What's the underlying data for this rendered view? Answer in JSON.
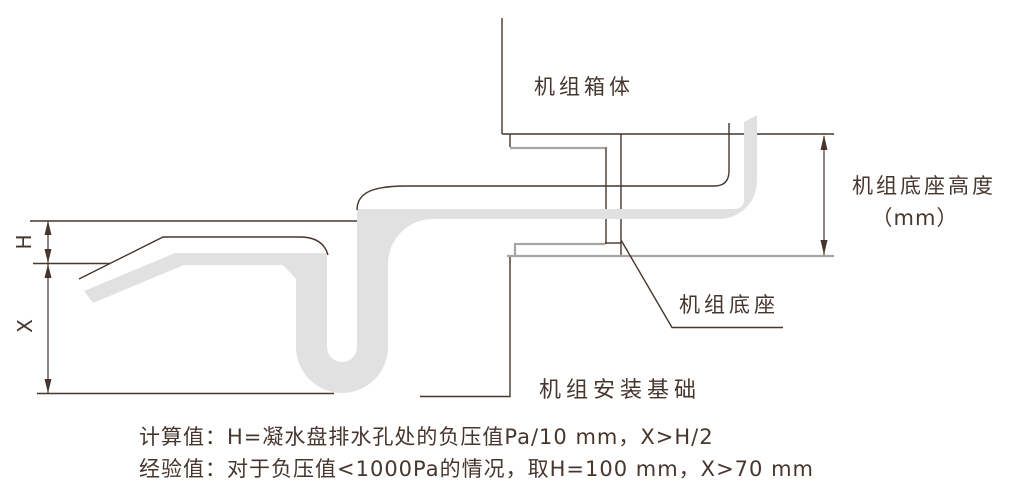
{
  "diagram": {
    "labels": {
      "unit_box": "机组箱体",
      "base_height_line1": "机组底座高度",
      "base_height_line2": "（mm）",
      "unit_base": "机组底座",
      "foundation": "机组安装基础",
      "dim_h": "H",
      "dim_x": "X"
    },
    "notes": {
      "calc": "计算值：H=凝水盘排水孔处的负压值Pa/10 mm，X>H/2",
      "empirical": "经验值：对于负压值<1000Pa的情况，取H=100 mm，X>70 mm"
    },
    "colors": {
      "line_dark": "#46362e",
      "pipe_fill": "#e2e1e1",
      "structure_gray": "#a9a4a4"
    }
  }
}
